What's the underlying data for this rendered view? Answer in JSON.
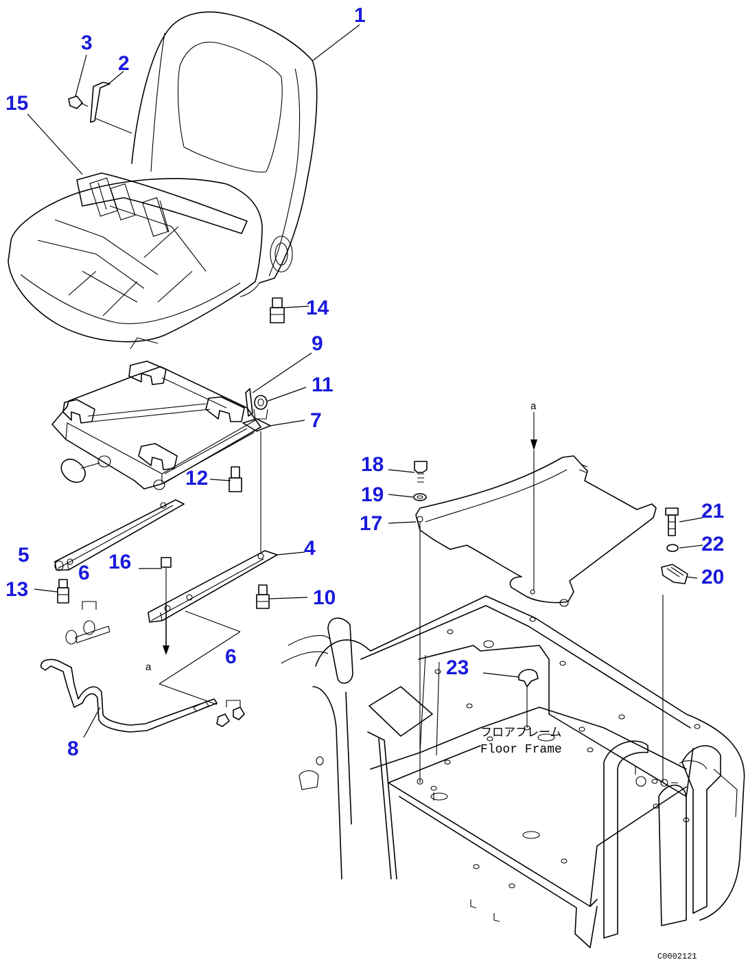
{
  "callouts": {
    "c1": "1",
    "c2": "2",
    "c3": "3",
    "c4": "4",
    "c5": "5",
    "c6a": "6",
    "c6b": "6",
    "c7": "7",
    "c8": "8",
    "c9": "9",
    "c10": "10",
    "c11": "11",
    "c12": "12",
    "c13": "13",
    "c14": "14",
    "c15": "15",
    "c16": "16",
    "c17": "17",
    "c18": "18",
    "c19": "19",
    "c20": "20",
    "c21": "21",
    "c22": "22",
    "c23": "23"
  },
  "floor_frame": {
    "japanese": "フロアフレーム",
    "english": "Floor Frame"
  },
  "markers": {
    "a": "a"
  },
  "figure_ref": "C0002121",
  "colors": {
    "callout": "#1a1adc",
    "line": "#000000"
  }
}
